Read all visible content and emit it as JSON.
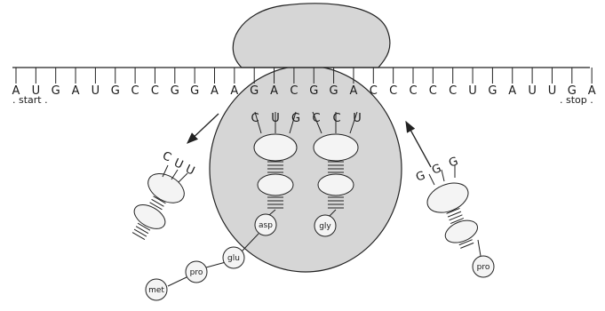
{
  "mrna": {
    "bases": [
      "A",
      "U",
      "G",
      "A",
      "U",
      "G",
      "C",
      "C",
      "G",
      "G",
      "A",
      "A",
      "G",
      "A",
      "C",
      "G",
      "G",
      "A",
      "C",
      "C",
      "C",
      "C",
      "C",
      "U",
      "G",
      "A",
      "U",
      "U",
      "G",
      "A"
    ],
    "start_label": ". start .",
    "stop_label": ". stop ."
  },
  "trna_in_ribosome": [
    {
      "anticodon": [
        "C",
        "U",
        "G"
      ],
      "amino_acid": "asp"
    },
    {
      "anticodon": [
        "C",
        "C",
        "U"
      ],
      "amino_acid": "gly"
    }
  ],
  "trna_leaving": {
    "anticodon": [
      "C",
      "U",
      "U"
    ]
  },
  "trna_entering": {
    "anticodon": [
      "G",
      "G",
      "G"
    ],
    "amino_acid": "pro"
  },
  "peptide_chain": [
    "met",
    "pro",
    "glu",
    "asp"
  ],
  "colors": {
    "ribosome_fill": "#d6d6d6",
    "stroke": "#222222",
    "trna_fill": "#f4f4f4"
  }
}
